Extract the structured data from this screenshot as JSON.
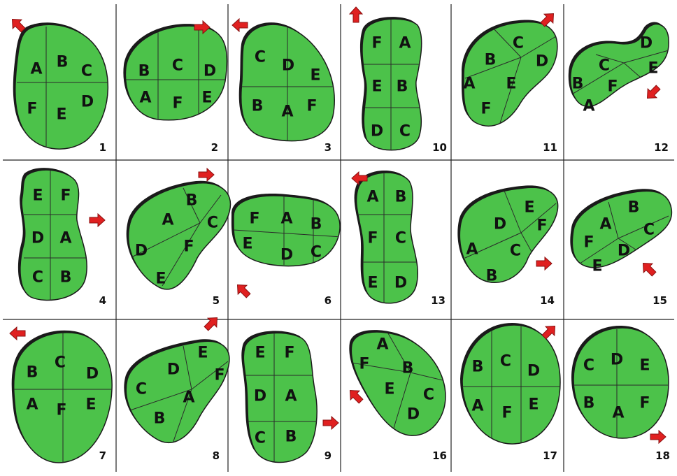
{
  "panels": [
    {
      "number": "1",
      "labels": [
        "A",
        "B",
        "C",
        "F",
        "E",
        "D"
      ]
    },
    {
      "number": "2",
      "labels": [
        "B",
        "C",
        "D",
        "A",
        "F",
        "E"
      ]
    },
    {
      "number": "3",
      "labels": [
        "C",
        "D",
        "E",
        "B",
        "A",
        "F"
      ]
    },
    {
      "number": "10",
      "labels": [
        "F",
        "A",
        "E",
        "B",
        "D",
        "C"
      ]
    },
    {
      "number": "11",
      "labels": [
        "B",
        "C",
        "D",
        "A",
        "E",
        "F"
      ]
    },
    {
      "number": "12",
      "labels": [
        "D",
        "C",
        "E",
        "B",
        "F",
        "A"
      ]
    },
    {
      "number": "4",
      "labels": [
        "E",
        "F",
        "D",
        "A",
        "C",
        "B"
      ]
    },
    {
      "number": "5",
      "labels": [
        "B",
        "A",
        "C",
        "D",
        "F",
        "E"
      ]
    },
    {
      "number": "6",
      "labels": [
        "F",
        "A",
        "B",
        "E",
        "D",
        "C"
      ]
    },
    {
      "number": "13",
      "labels": [
        "A",
        "B",
        "F",
        "C",
        "E",
        "D"
      ]
    },
    {
      "number": "14",
      "labels": [
        "E",
        "D",
        "F",
        "A",
        "C",
        "B"
      ]
    },
    {
      "number": "15",
      "labels": [
        "B",
        "A",
        "C",
        "F",
        "D",
        "E"
      ]
    },
    {
      "number": "7",
      "labels": [
        "B",
        "C",
        "D",
        "A",
        "F",
        "E"
      ]
    },
    {
      "number": "8",
      "labels": [
        "E",
        "D",
        "F",
        "C",
        "A",
        "B"
      ]
    },
    {
      "number": "9",
      "labels": [
        "E",
        "F",
        "D",
        "A",
        "C",
        "B"
      ]
    },
    {
      "number": "16",
      "labels": [
        "A",
        "F",
        "B",
        "E",
        "C",
        "D"
      ]
    },
    {
      "number": "17",
      "labels": [
        "B",
        "C",
        "D",
        "A",
        "F",
        "E"
      ]
    },
    {
      "number": "18",
      "labels": [
        "C",
        "D",
        "E",
        "B",
        "A",
        "F"
      ]
    }
  ]
}
